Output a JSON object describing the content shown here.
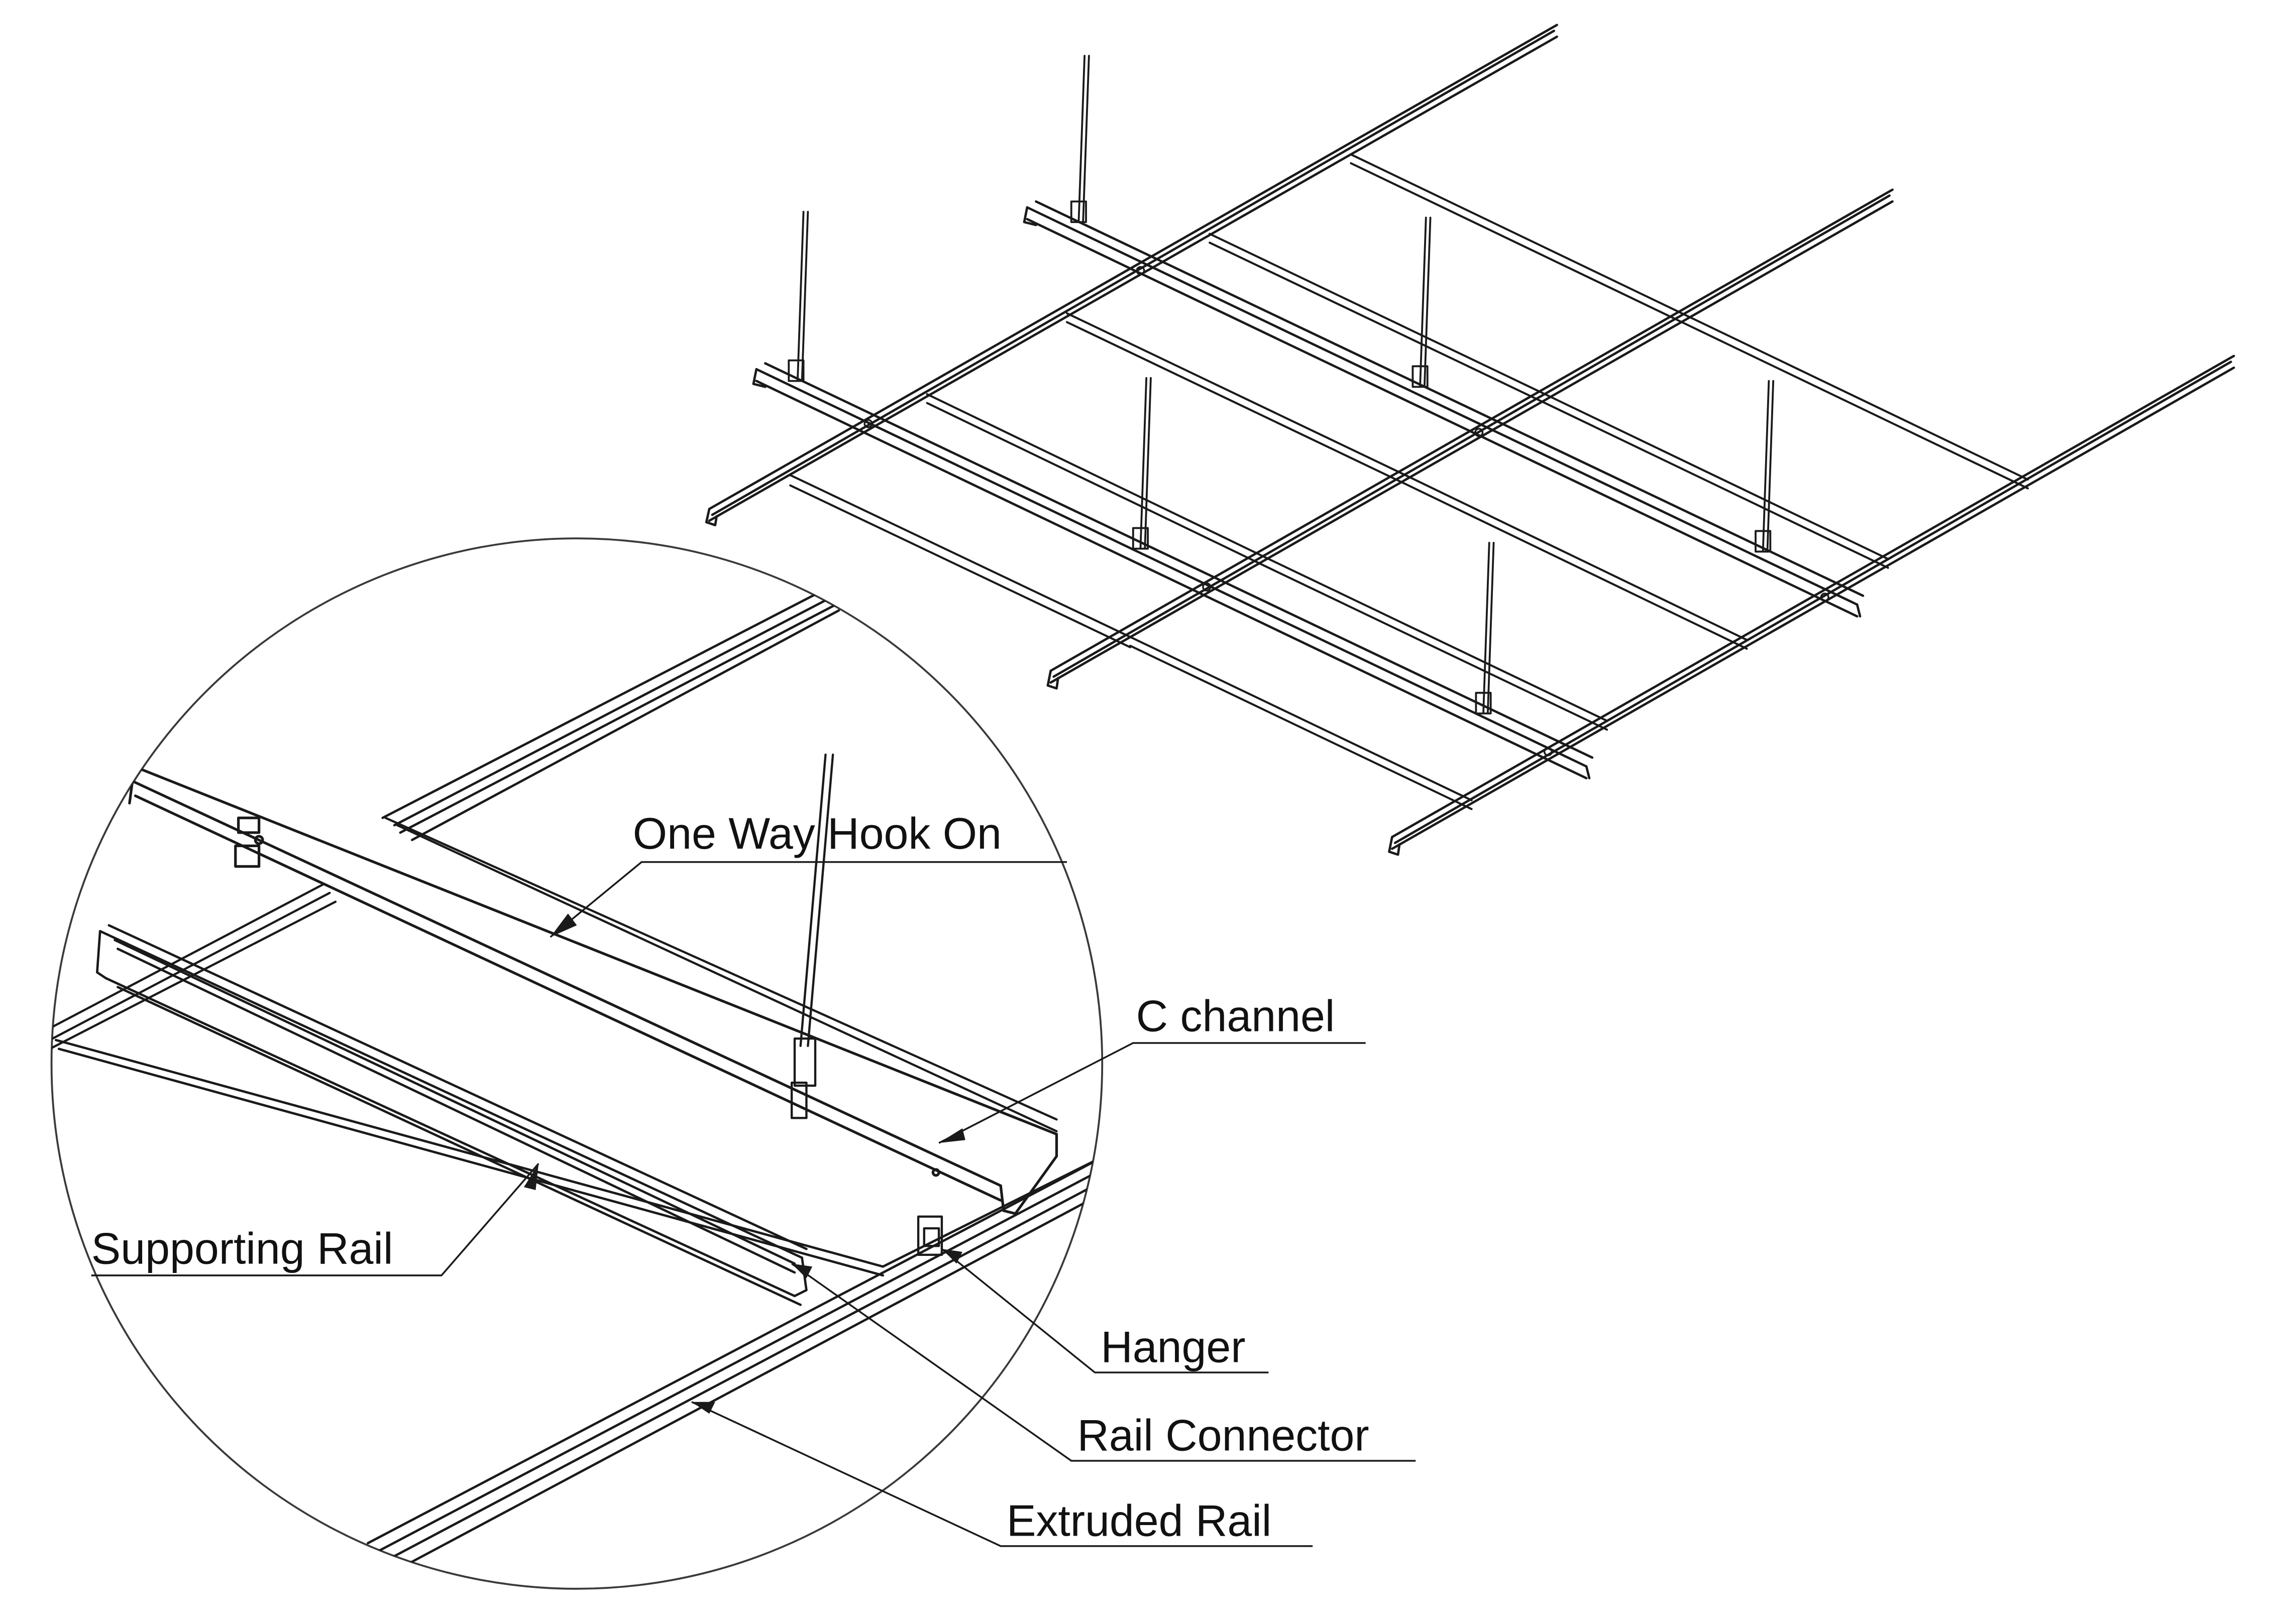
{
  "labels": {
    "one_way_hook_on": "One Way Hook On",
    "c_channel": "C channel",
    "supporting_rail": "Supporting Rail",
    "hanger": "Hanger",
    "rail_connector": "Rail Connector",
    "extruded_rail": "Extruded Rail"
  },
  "colors": {
    "line": "#1a1a1a",
    "background": "#ffffff",
    "circle": "#3a3a3a"
  }
}
